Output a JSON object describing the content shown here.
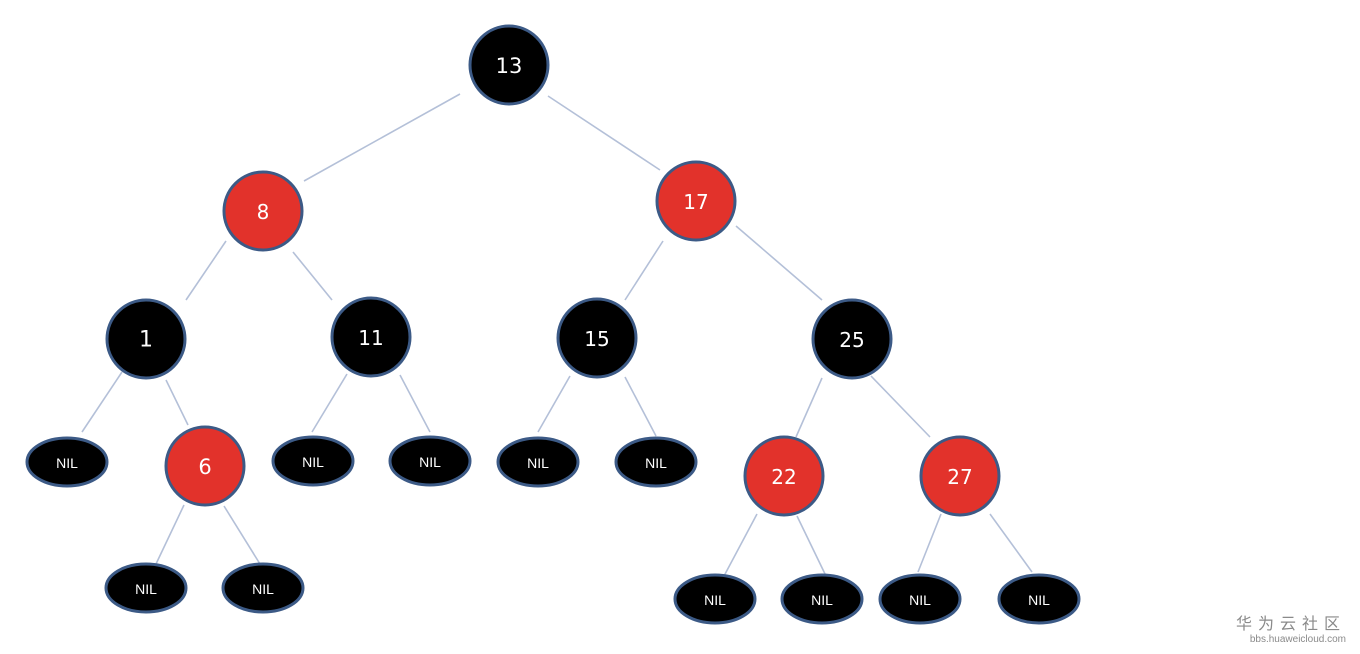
{
  "tree": {
    "nodes": [
      {
        "id": "n13",
        "label": "13",
        "color": "black"
      },
      {
        "id": "n8",
        "label": "8",
        "color": "red"
      },
      {
        "id": "n17",
        "label": "17",
        "color": "red"
      },
      {
        "id": "n1",
        "label": "1",
        "color": "black"
      },
      {
        "id": "n11",
        "label": "11",
        "color": "black"
      },
      {
        "id": "n15",
        "label": "15",
        "color": "black"
      },
      {
        "id": "n25",
        "label": "25",
        "color": "black"
      },
      {
        "id": "n6",
        "label": "6",
        "color": "red"
      },
      {
        "id": "n22",
        "label": "22",
        "color": "red"
      },
      {
        "id": "n27",
        "label": "27",
        "color": "red"
      }
    ],
    "nil_label": "NIL",
    "colors": {
      "black": "#000000",
      "red": "#e2322b",
      "border": "#3c5a86",
      "edge": "#b4c0d8"
    }
  },
  "watermark": {
    "main": "华为云社区",
    "sub": "bbs.huaweicloud.com"
  }
}
